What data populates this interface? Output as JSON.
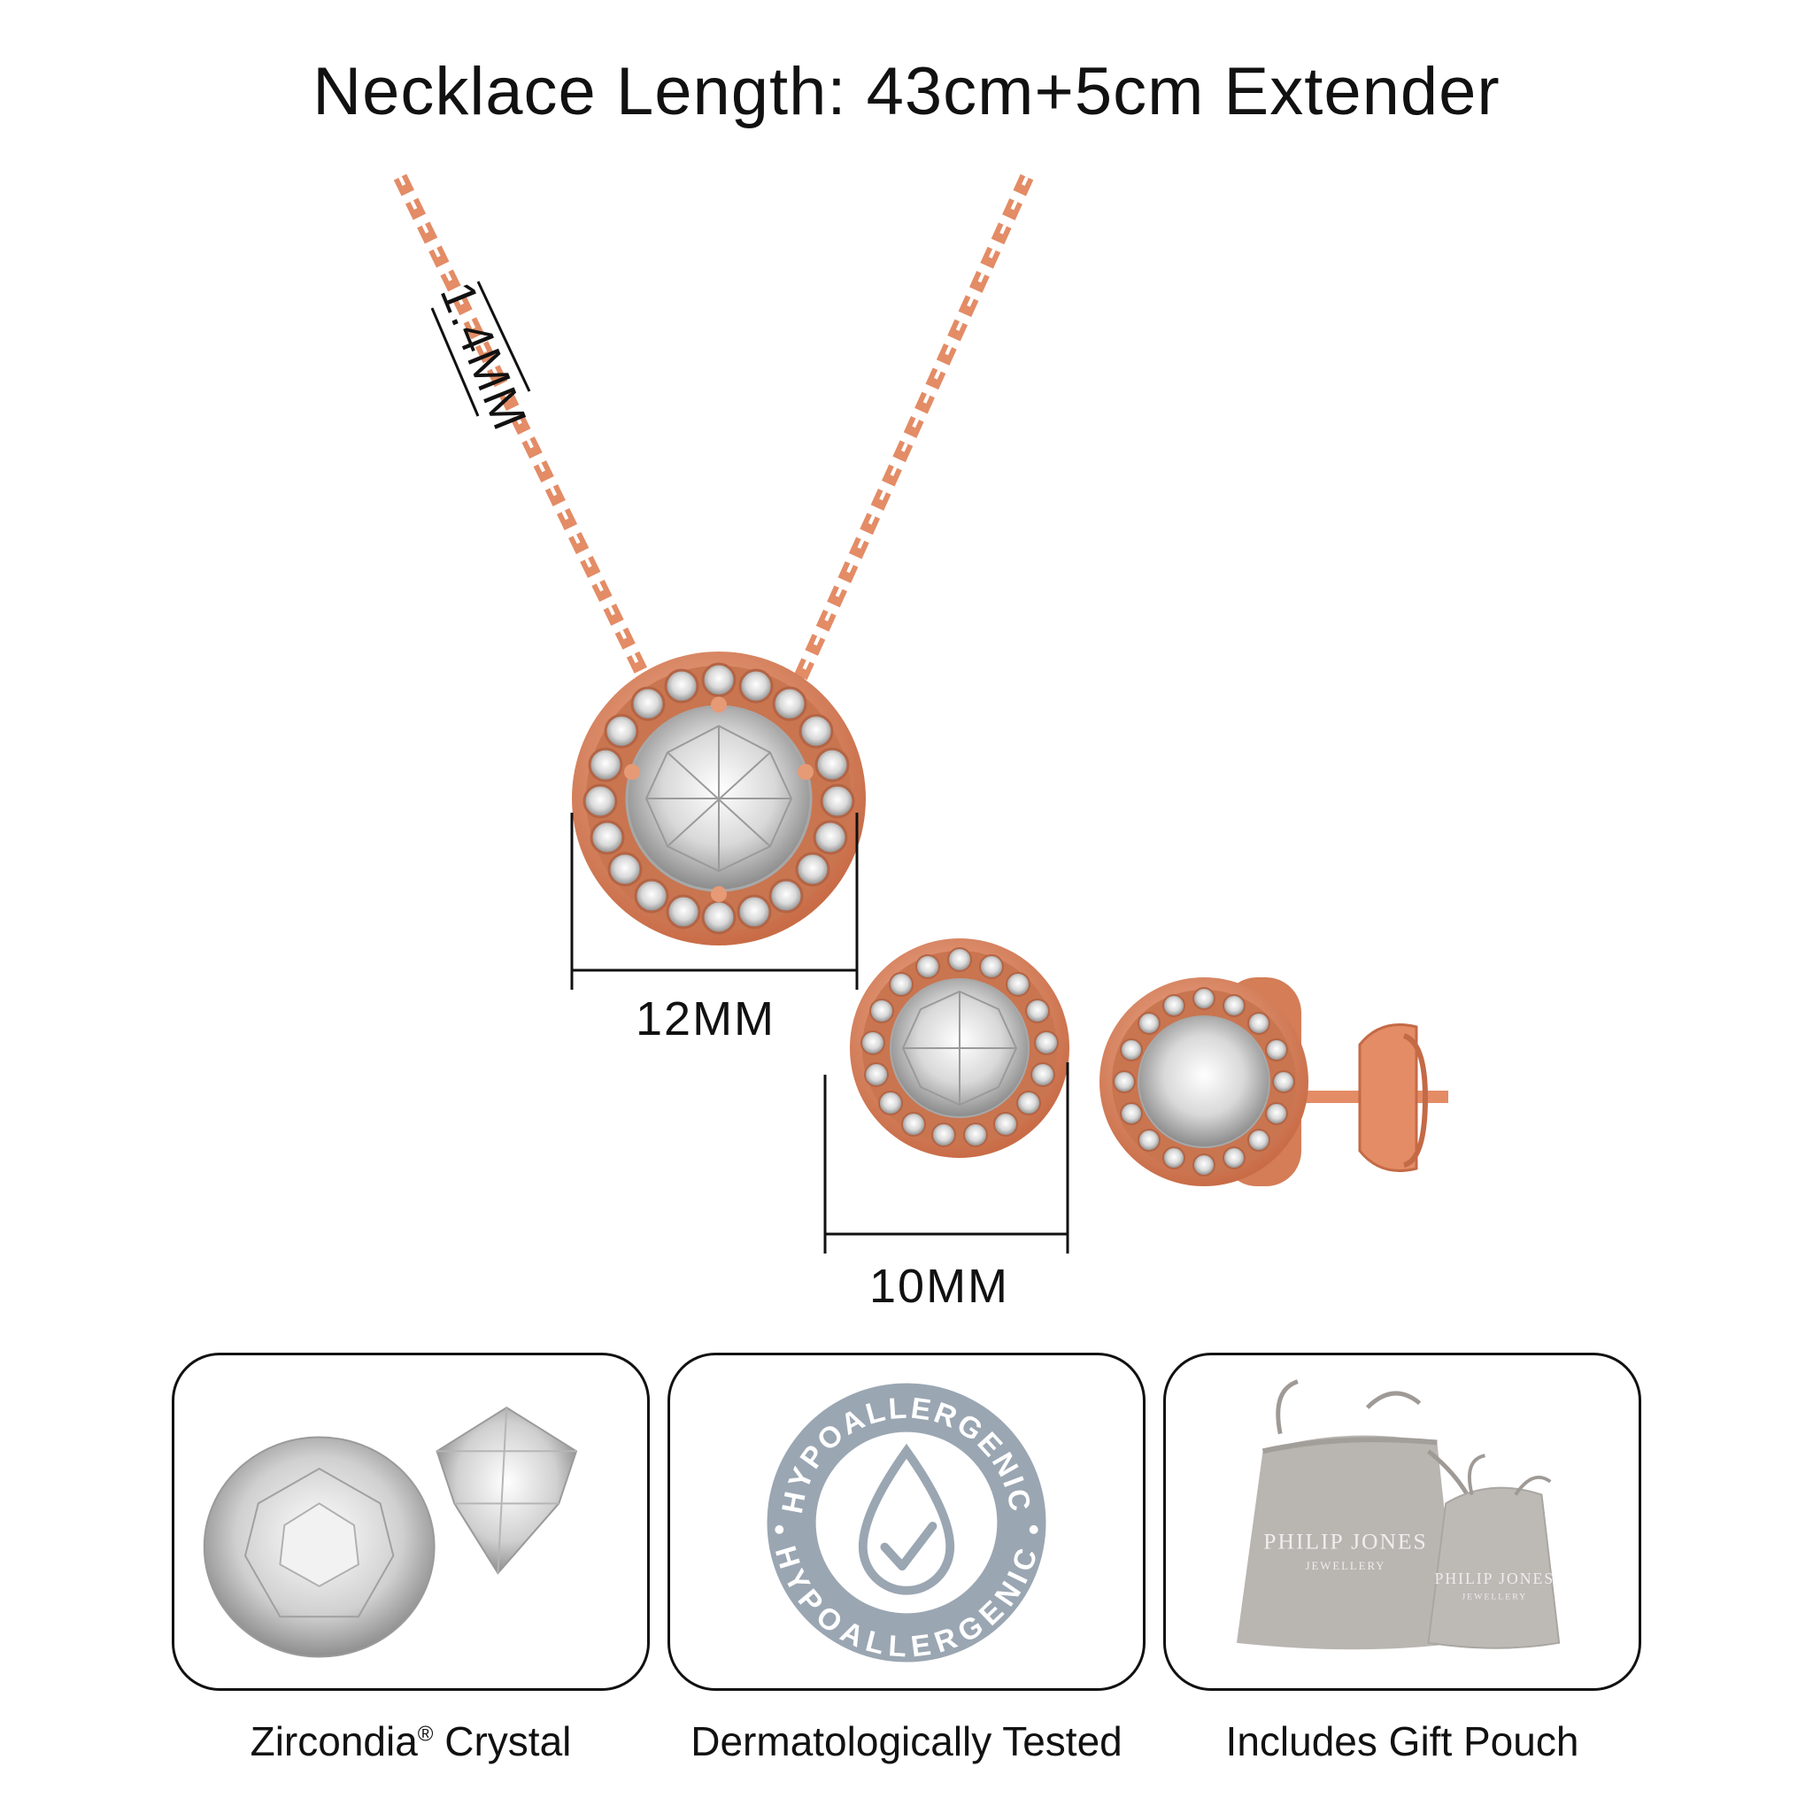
{
  "title": "Necklace Length: 43cm+5cm Extender",
  "dimensions": {
    "chain_thickness": "1.4MM",
    "pendant_diameter": "12MM",
    "earring_diameter": "10MM"
  },
  "features": [
    {
      "caption": "Zircondia",
      "mark": "®",
      "caption_suffix": " Crystal",
      "icon": "crystal-gems-icon"
    },
    {
      "caption": "Dermatologically Tested",
      "icon": "hypoallergenic-badge-icon",
      "badge_text_top": "HYPOALLERGENIC",
      "badge_text_bottom": "HYPOALLERGENIC"
    },
    {
      "caption": "Includes Gift Pouch",
      "icon": "gift-pouch-icon",
      "brand_line1": "PHILIP JONES",
      "brand_line2": "JEWELLERY"
    }
  ],
  "colors": {
    "rose_gold": "#e6906a",
    "rose_gold_dark": "#c46a46",
    "badge_grey": "#9aa6b2",
    "pouch_grey": "#b9b5b1"
  }
}
